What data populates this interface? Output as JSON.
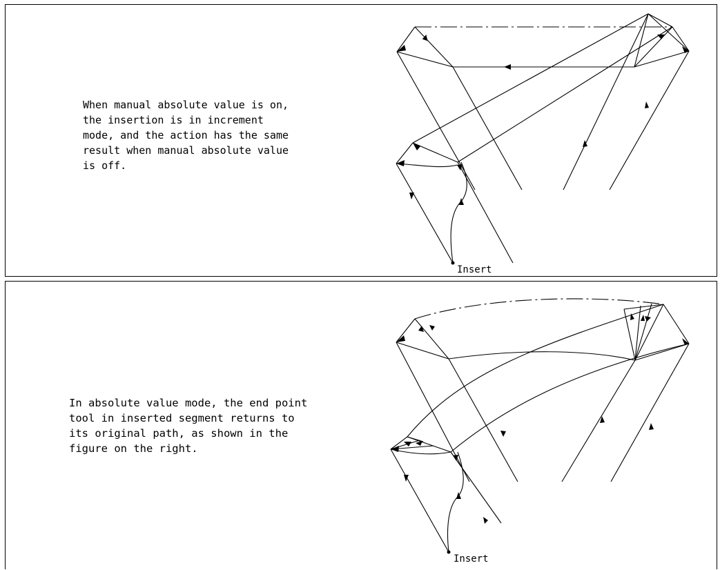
{
  "panels": [
    {
      "caption": "When manual absolute value is on,\nthe insertion is in increment\nmode, and the action has the same\nresult when manual absolute value\nis off.",
      "insert_label": "Insert"
    },
    {
      "caption": "In absolute value mode, the end point\ntool in inserted segment returns to\nits original path, as shown in the\nfigure on the right.",
      "insert_label": "Insert"
    }
  ]
}
